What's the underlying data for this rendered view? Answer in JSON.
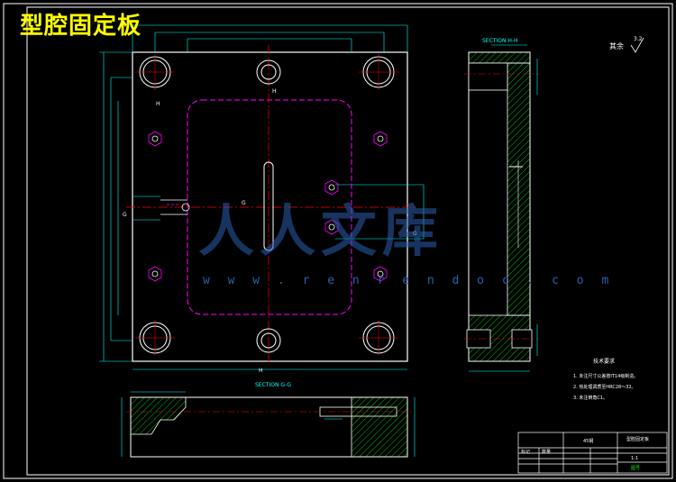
{
  "title": "型腔固定板",
  "section_labels": {
    "hh": "SECTION H-H",
    "gg": "SECTION G-G"
  },
  "cut_marks": {
    "h": "H",
    "g": "G"
  },
  "roughness": {
    "prefix": "其余",
    "value": "3.2"
  },
  "tech_requirements": {
    "heading": "技术要求",
    "items": [
      "1. 未注尺寸公差按IT14级制造。",
      "2. 热处理调质至HRC28～32。",
      "3. 未注倒角C1。"
    ]
  },
  "title_block": {
    "part_name": "型腔固定板",
    "material": "45钢",
    "scale": "1:1",
    "mark": "标记",
    "count": "数量",
    "drawing": "图号"
  },
  "watermark": {
    "logo": "人人文库",
    "url": "w w w . r e n r e n d o c . c o m"
  },
  "colors": {
    "background": "#000000",
    "outline": "#ffffff",
    "dimension": "#00ffff",
    "center_line": "#ff0000",
    "hidden_line": "#ff00ff",
    "hatch": "#00c000",
    "title": "#ffff00",
    "watermark": "#2a5fb0"
  }
}
